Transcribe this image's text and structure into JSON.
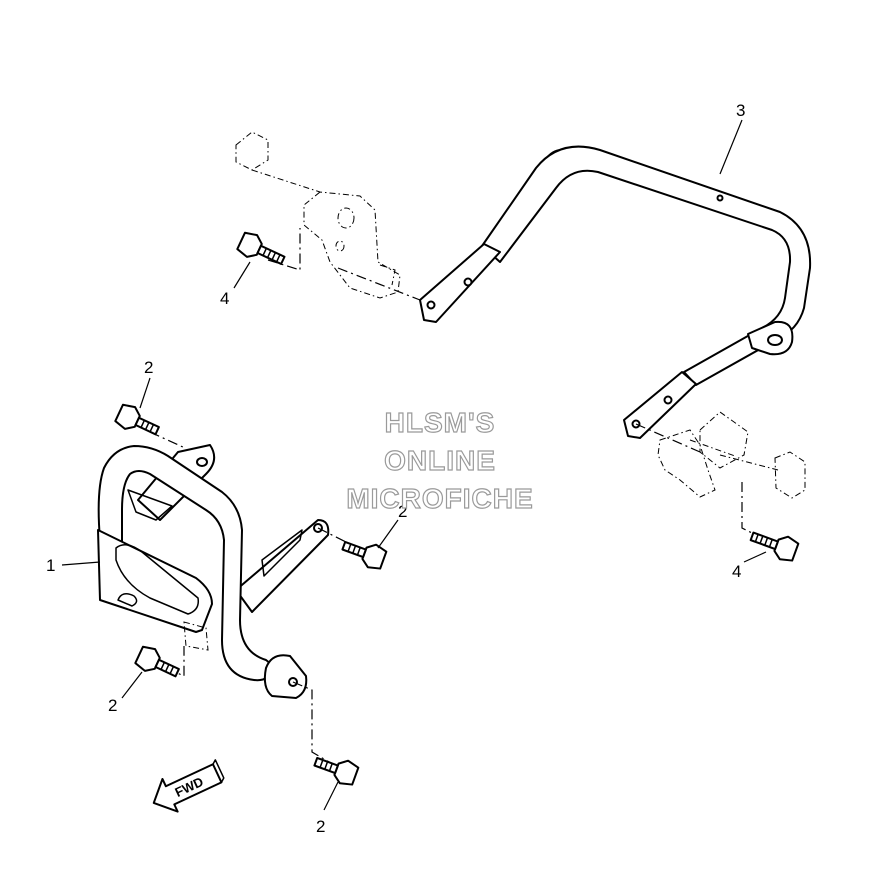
{
  "callouts": {
    "part1": "1",
    "part2_top": "2",
    "part2_right": "2",
    "part2_left": "2",
    "part2_bottom": "2",
    "part3": "3",
    "part4_left": "4",
    "part4_right": "4"
  },
  "watermark": {
    "line1": "HLSM'S",
    "line2": "ONLINE",
    "line3": "MICROFICHE"
  },
  "fwd_label": "FWD"
}
